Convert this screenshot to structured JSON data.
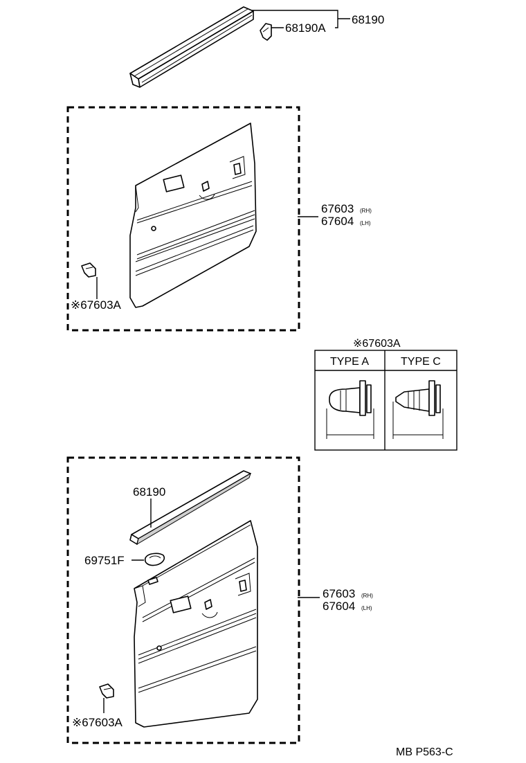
{
  "labels": {
    "top_strip": "68190",
    "top_clip": "68190A",
    "panel1_rh": "67603",
    "panel1_rh_side": "(RH)",
    "panel1_lh": "67604",
    "panel1_lh_side": "(LH)",
    "panel1_clip": "※67603A",
    "detail_title": "※67603A",
    "type_a": "TYPE A",
    "type_c": "TYPE C",
    "panel2_strip": "68190",
    "panel2_cover": "69751F",
    "panel2_rh": "67603",
    "panel2_rh_side": "(RH)",
    "panel2_lh": "67604",
    "panel2_lh_side": "(LH)",
    "panel2_clip": "※67603A",
    "diagram_code": "MB P563-C"
  }
}
